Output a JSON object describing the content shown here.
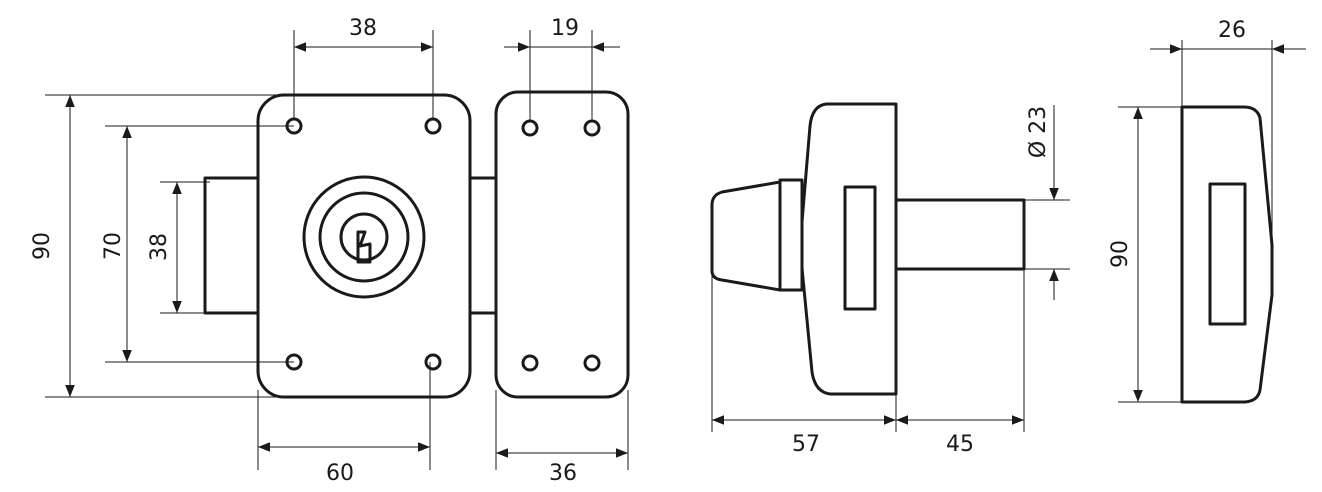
{
  "dimensions": {
    "front_hole_spacing_width": "38",
    "strike_hole_spacing_width": "19",
    "overall_height": "90",
    "hole_spacing_height": "70",
    "bolt_height": "38",
    "case_width": "60",
    "strike_width": "36",
    "cylinder_length": "57",
    "bolt_throw": "45",
    "bolt_diameter": "Ø 23",
    "end_view_height": "90",
    "end_view_depth": "26"
  },
  "colors": {
    "line": "#1a1a1a",
    "background": "#ffffff"
  }
}
